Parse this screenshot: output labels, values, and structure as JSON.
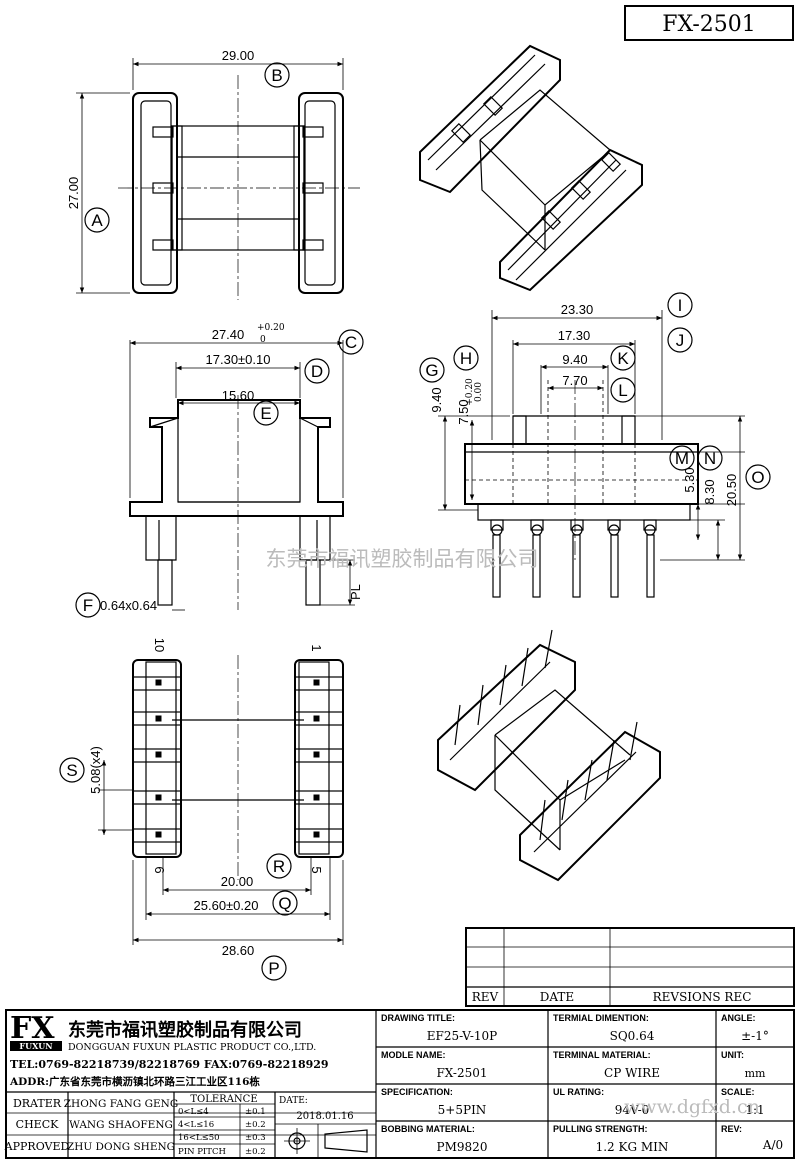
{
  "part_no": "FX-2501",
  "watermark_cn": "东莞市福讯塑胶制品有限公司",
  "watermark_url": "www.dgfxd.cn",
  "dims": {
    "top_width": "29.00",
    "top_height": "27.00",
    "side_width": "27.40",
    "side_tol_up": "+0.20",
    "side_tol_dn": "0",
    "side_inner": "17.30±0.10",
    "side_core": "15.60",
    "pin_size": "0.64x0.64",
    "pl": "PL",
    "front_w1": "23.30",
    "front_w2": "17.30",
    "front_w3": "9.40",
    "front_w4": "7.70",
    "front_h1": "9.40",
    "front_h2": "7.50",
    "front_h2_up": "+0.20",
    "front_h2_dn": "0.00",
    "front_h3": "5.30",
    "front_h4": "8.30",
    "front_h5": "20.50",
    "pitch": "5.08(x4)",
    "bot_w1": "20.00",
    "bot_w2": "25.60±0.20",
    "bot_w3": "28.60",
    "pin10": "10",
    "pin1": "1",
    "pin6": "6",
    "pin5": "5"
  },
  "callouts": [
    "A",
    "B",
    "C",
    "D",
    "E",
    "F",
    "G",
    "H",
    "I",
    "J",
    "K",
    "L",
    "M",
    "N",
    "O",
    "P",
    "Q",
    "R",
    "S"
  ],
  "revision_table": {
    "headers": [
      "REV",
      "DATE",
      "REVSIONS REC"
    ]
  },
  "title_block": {
    "logo": "FX",
    "logo_sub": "FUXUN",
    "company_cn": "东莞市福讯塑胶制品有限公司",
    "company_en": "DONGGUAN FUXUN PLASTIC PRODUCT CO.,LTD.",
    "tel": "TEL:0769-82218739/82218769 FAX:0769-82218929",
    "addr": "ADDR:广东省东莞市横沥镇北环路三江工业区116栋",
    "drater_label": "DRATER",
    "drater": "ZHONG FANG GENG",
    "check_label": "CHECK",
    "check": "WANG SHAOFENG",
    "approved_label": "APPROVED",
    "approved": "ZHU DONG SHENG",
    "tolerance_label": "TOLERANCE",
    "tol1": "0<L≤4",
    "tol1v": "±0.1",
    "tol2": "4<L≤16",
    "tol2v": "±0.2",
    "tol3": "16<L≤50",
    "tol3v": "±0.3",
    "tol4": "PIN PITCH",
    "tol4v": "±0.2",
    "date_label": "DATE:",
    "date": "2018.01.16",
    "drawing_title_label": "DRAWING TITLE:",
    "drawing_title": "EF25-V-10P",
    "model_name_label": "MODLE NAME:",
    "model_name": "FX-2501",
    "spec_label": "SPECIFICATION:",
    "spec": "5+5PIN",
    "bobbing_label": "BOBBING MATERIAL:",
    "bobbing": "PM9820",
    "term_dim_label": "TERMIAL DIMENTION:",
    "term_dim": "SQ0.64",
    "term_mat_label": "TERMINAL MATERIAL:",
    "term_mat": "CP WIRE",
    "ul_label": "UL RATING:",
    "ul": "94V-0",
    "pull_label": "PULLING STRENGTH:",
    "pull": "1.2 KG MIN",
    "angle_label": "ANGLE:",
    "angle": "±-1°",
    "unit_label": "UNIT:",
    "unit": "mm",
    "scale_label": "SCALE:",
    "scale": "1:1",
    "rev_label": "REV:",
    "rev": "A/0"
  }
}
